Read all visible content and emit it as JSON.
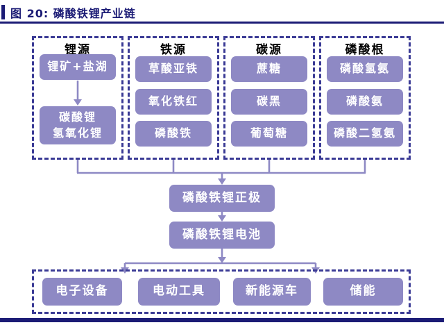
{
  "title": {
    "text": "图 20: 磷酸铁锂产业链"
  },
  "colors": {
    "accent_navy": "#1b1b75",
    "dashed_border": "#3a3a95",
    "box_purple": "#8e89c4",
    "box_text": "#ffffff",
    "connector": "#8e89c4",
    "header_text": "#000000"
  },
  "columns": [
    {
      "header": "锂源",
      "boxes": [
        [
          "锂矿+盐湖"
        ],
        [
          "碳酸锂",
          "氢氧化锂"
        ]
      ]
    },
    {
      "header": "铁源",
      "boxes": [
        [
          "草酸亚铁"
        ],
        [
          "氧化铁红"
        ],
        [
          "磷酸铁"
        ]
      ]
    },
    {
      "header": "碳源",
      "boxes": [
        [
          "蔗糖"
        ],
        [
          "碳黑"
        ],
        [
          "葡萄糖"
        ]
      ]
    },
    {
      "header": "磷酸根",
      "boxes": [
        [
          "磷酸氢氨"
        ],
        [
          "磷酸氨"
        ],
        [
          "磷酸二氢氨"
        ]
      ]
    }
  ],
  "middle": {
    "cathode": "磷酸铁锂正极",
    "battery": "磷酸铁锂电池"
  },
  "applications": [
    "电子设备",
    "电动工具",
    "新能源车",
    "储能"
  ]
}
